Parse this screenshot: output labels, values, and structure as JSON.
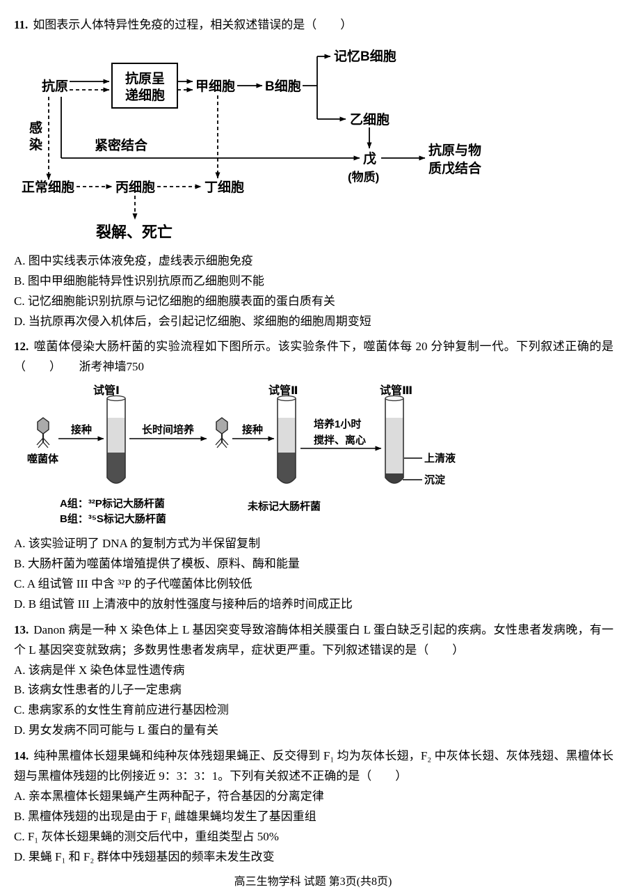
{
  "footer": "高三生物学科 试题 第3页(共8页)",
  "q11": {
    "number": "11.",
    "stem": "如图表示人体特异性免疫的过程，相关叙述错误的是（　　）",
    "diagram": {
      "memory_b": "记忆B细胞",
      "antigen": "抗原",
      "apc_line1": "抗原呈",
      "apc_line2": "递细胞",
      "cell_jia": "甲细胞",
      "cell_b": "B细胞",
      "cell_yi": "乙细胞",
      "infection_1": "感",
      "infection_2": "染",
      "tight_binding": "紧密结合",
      "wu": "戊",
      "wu_sub": "(物质)",
      "binding_line1": "抗原与物",
      "binding_line2": "质戊结合",
      "normal_cell": "正常细胞",
      "cell_bing": "丙细胞",
      "cell_ding": "丁细胞",
      "lysis": "裂解、死亡"
    },
    "options": [
      "A. 图中实线表示体液免疫，虚线表示细胞免疫",
      "B. 图中甲细胞能特异性识别抗原而乙细胞则不能",
      "C. 记忆细胞能识别抗原与记忆细胞的细胞膜表面的蛋白质有关",
      "D. 当抗原再次侵入机体后，会引起记忆细胞、浆细胞的细胞周期变短"
    ]
  },
  "q12": {
    "number": "12.",
    "stem": "噬菌体侵染大肠杆菌的实验流程如下图所示。该实验条件下，噬菌体每 20 分钟复制一代。下列叙述正确的是（　　）　　浙考神墙750",
    "diagram": {
      "tube1_label": "试管Ⅰ",
      "tube2_label": "试管Ⅱ",
      "tube3_label": "试管Ⅲ",
      "phage_label": "噬菌体",
      "inoculate1": "接种",
      "long_culture": "长时间培养",
      "inoculate2": "接种",
      "culture_line1": "培养1小时",
      "culture_line2": "搅拌、离心",
      "supernatant": "上清液",
      "sediment": "沉淀",
      "group_a": "A组：³²P标记大肠杆菌",
      "group_b": "B组：³⁵S标记大肠杆菌",
      "unlabeled": "未标记大肠杆菌"
    },
    "options": [
      "A. 该实验证明了 DNA 的复制方式为半保留复制",
      "B. 大肠杆菌为噬菌体增殖提供了模板、原料、酶和能量",
      "C. A 组试管 III 中含 ³²P 的子代噬菌体比例较低",
      "D. B 组试管 III 上清液中的放射性强度与接种后的培养时间成正比"
    ]
  },
  "q13": {
    "number": "13.",
    "stem": "Danon 病是一种 X 染色体上 L 基因突变导致溶酶体相关膜蛋白 L 蛋白缺乏引起的疾病。女性患者发病晚，有一个 L 基因突变就致病；多数男性患者发病早，症状更严重。下列叙述错误的是（　　）",
    "options": [
      "A. 该病是伴 X 染色体显性遗传病",
      "B. 该病女性患者的儿子一定患病",
      "C. 患病家系的女性生育前应进行基因检测",
      "D. 男女发病不同可能与 L 蛋白的量有关"
    ]
  },
  "q14": {
    "number": "14.",
    "stem": "纯种黑檀体长翅果蝇和纯种灰体残翅果蝇正、反交得到 F₁ 均为灰体长翅，F₂ 中灰体长翅、灰体残翅、黑檀体长翅与黑檀体残翅的比例接近 9：3：3：1。下列有关叙述不正确的是（　　）",
    "options": [
      "A. 亲本黑檀体长翅果蝇产生两种配子，符合基因的分离定律",
      "B. 黑檀体残翅的出现是由于 F₁ 雌雄果蝇均发生了基因重组",
      "C. F₁ 灰体长翅果蝇的测交后代中，重组类型占 50%",
      "D. 果蝇 F₁ 和 F₂ 群体中残翅基因的频率未发生改变"
    ]
  }
}
